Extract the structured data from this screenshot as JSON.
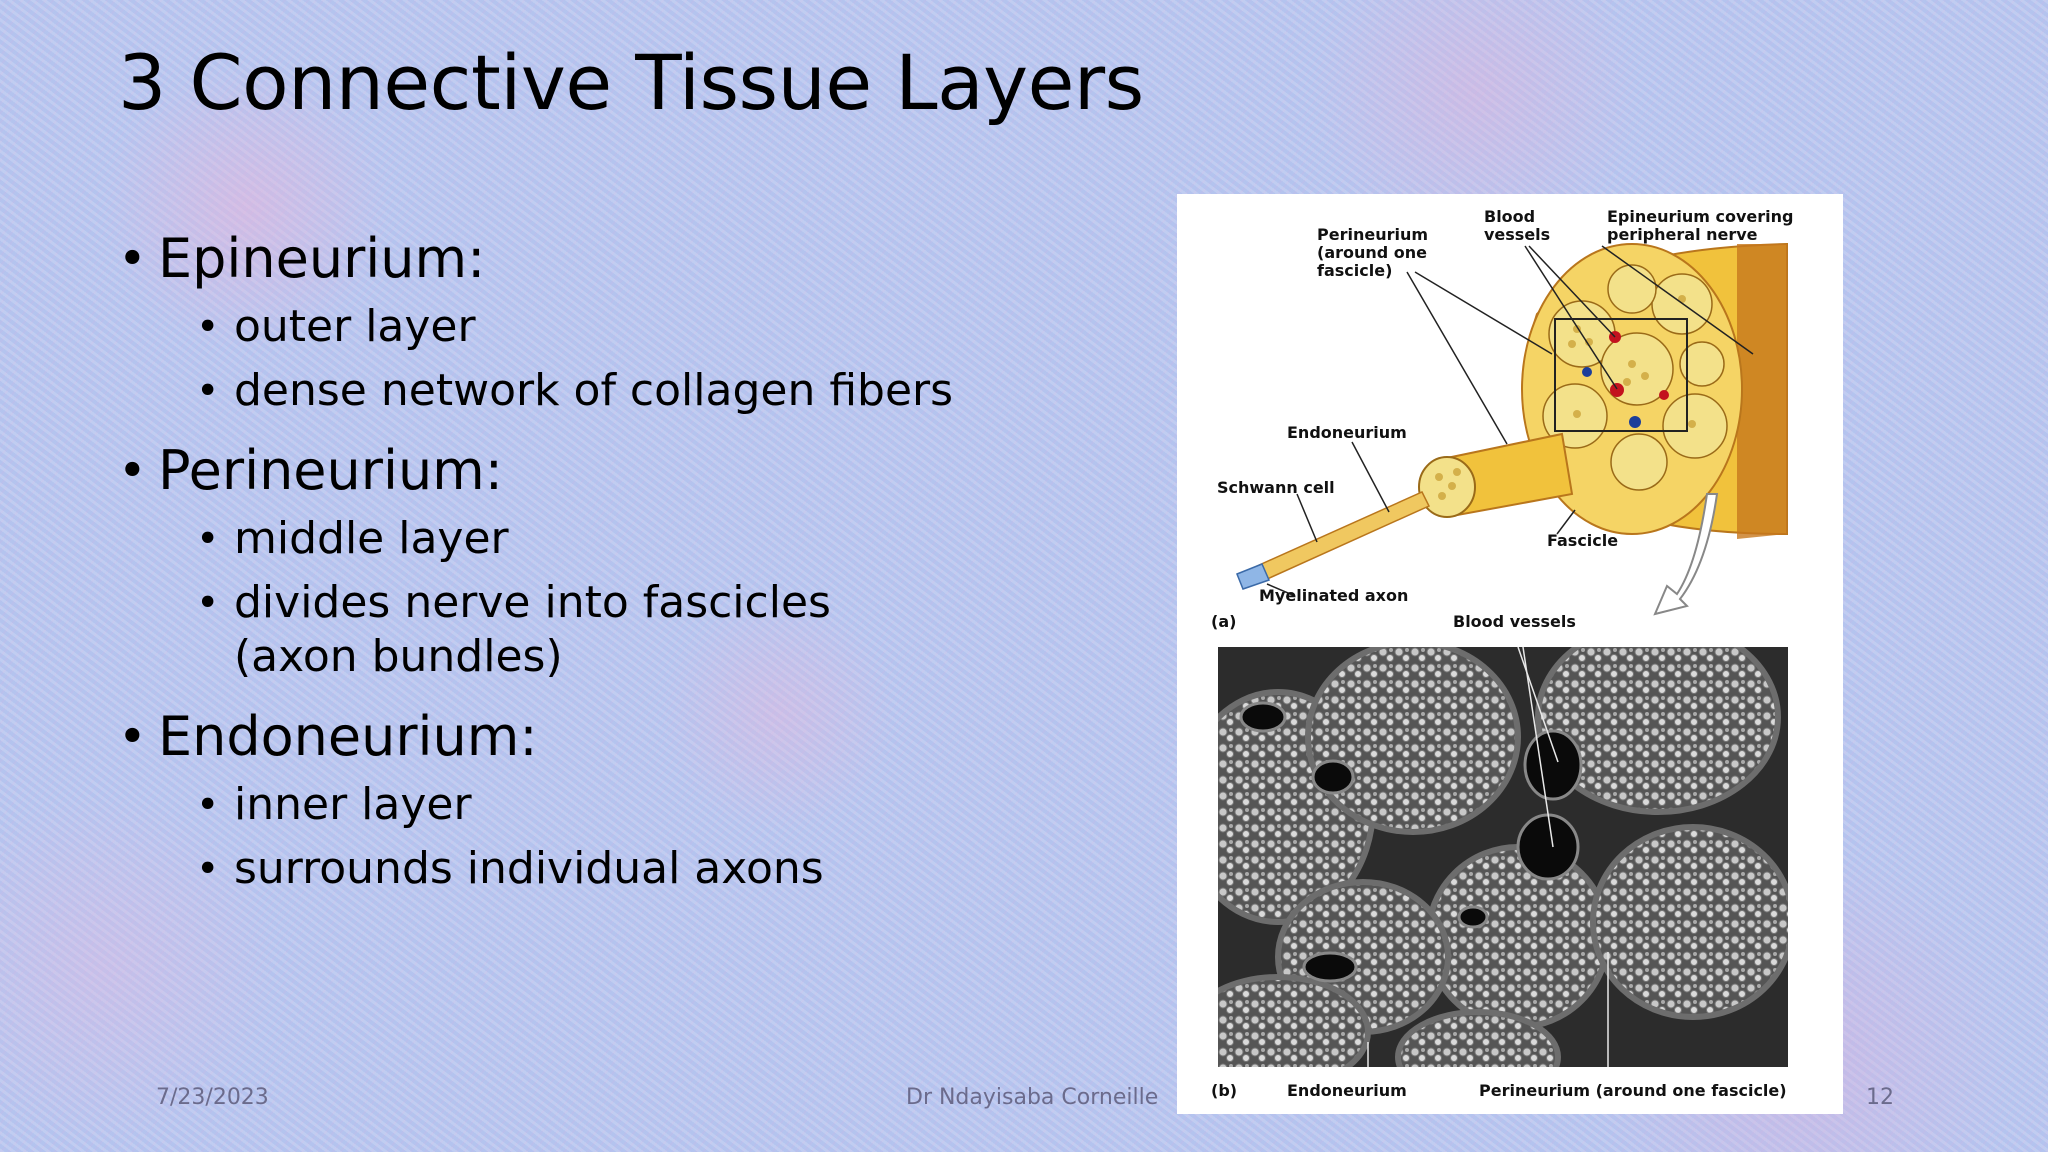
{
  "slide": {
    "title": "3 Connective Tissue Layers",
    "bullets": [
      {
        "heading": "Epineurium:",
        "items": [
          "outer layer",
          "dense network of collagen fibers"
        ]
      },
      {
        "heading": "Perineurium:",
        "items": [
          "middle layer",
          "divides nerve into fascicles (axon bundles)"
        ]
      },
      {
        "heading": "Endoneurium:",
        "items": [
          "inner layer",
          "surrounds individual axons"
        ]
      }
    ]
  },
  "figure": {
    "labels": {
      "perineurium": [
        "Perineurium",
        "(around one",
        "fascicle)"
      ],
      "blood_vessels": [
        "Blood",
        "vessels"
      ],
      "epineurium": [
        "Epineurium covering",
        "peripheral nerve"
      ],
      "endoneurium": "Endoneurium",
      "schwann": "Schwann cell",
      "fascicle": "Fascicle",
      "myelinated": "Myelinated axon",
      "panel_a": "(a)",
      "blood_vessels_b": "Blood vessels",
      "panel_b": "(b)",
      "endoneurium_b": "Endoneurium",
      "perineurium_b": "Perineurium (around one fascicle)"
    }
  },
  "footer": {
    "date": "7/23/2023",
    "author": "Dr Ndayisaba Corneille",
    "page": "12"
  },
  "colors": {
    "nerve_yellow": "#f1c23c",
    "nerve_orange": "#c7781d",
    "fascicle_fill": "#f3e18a",
    "artery_red": "#c3121e",
    "vein_blue": "#1c3e9a"
  }
}
